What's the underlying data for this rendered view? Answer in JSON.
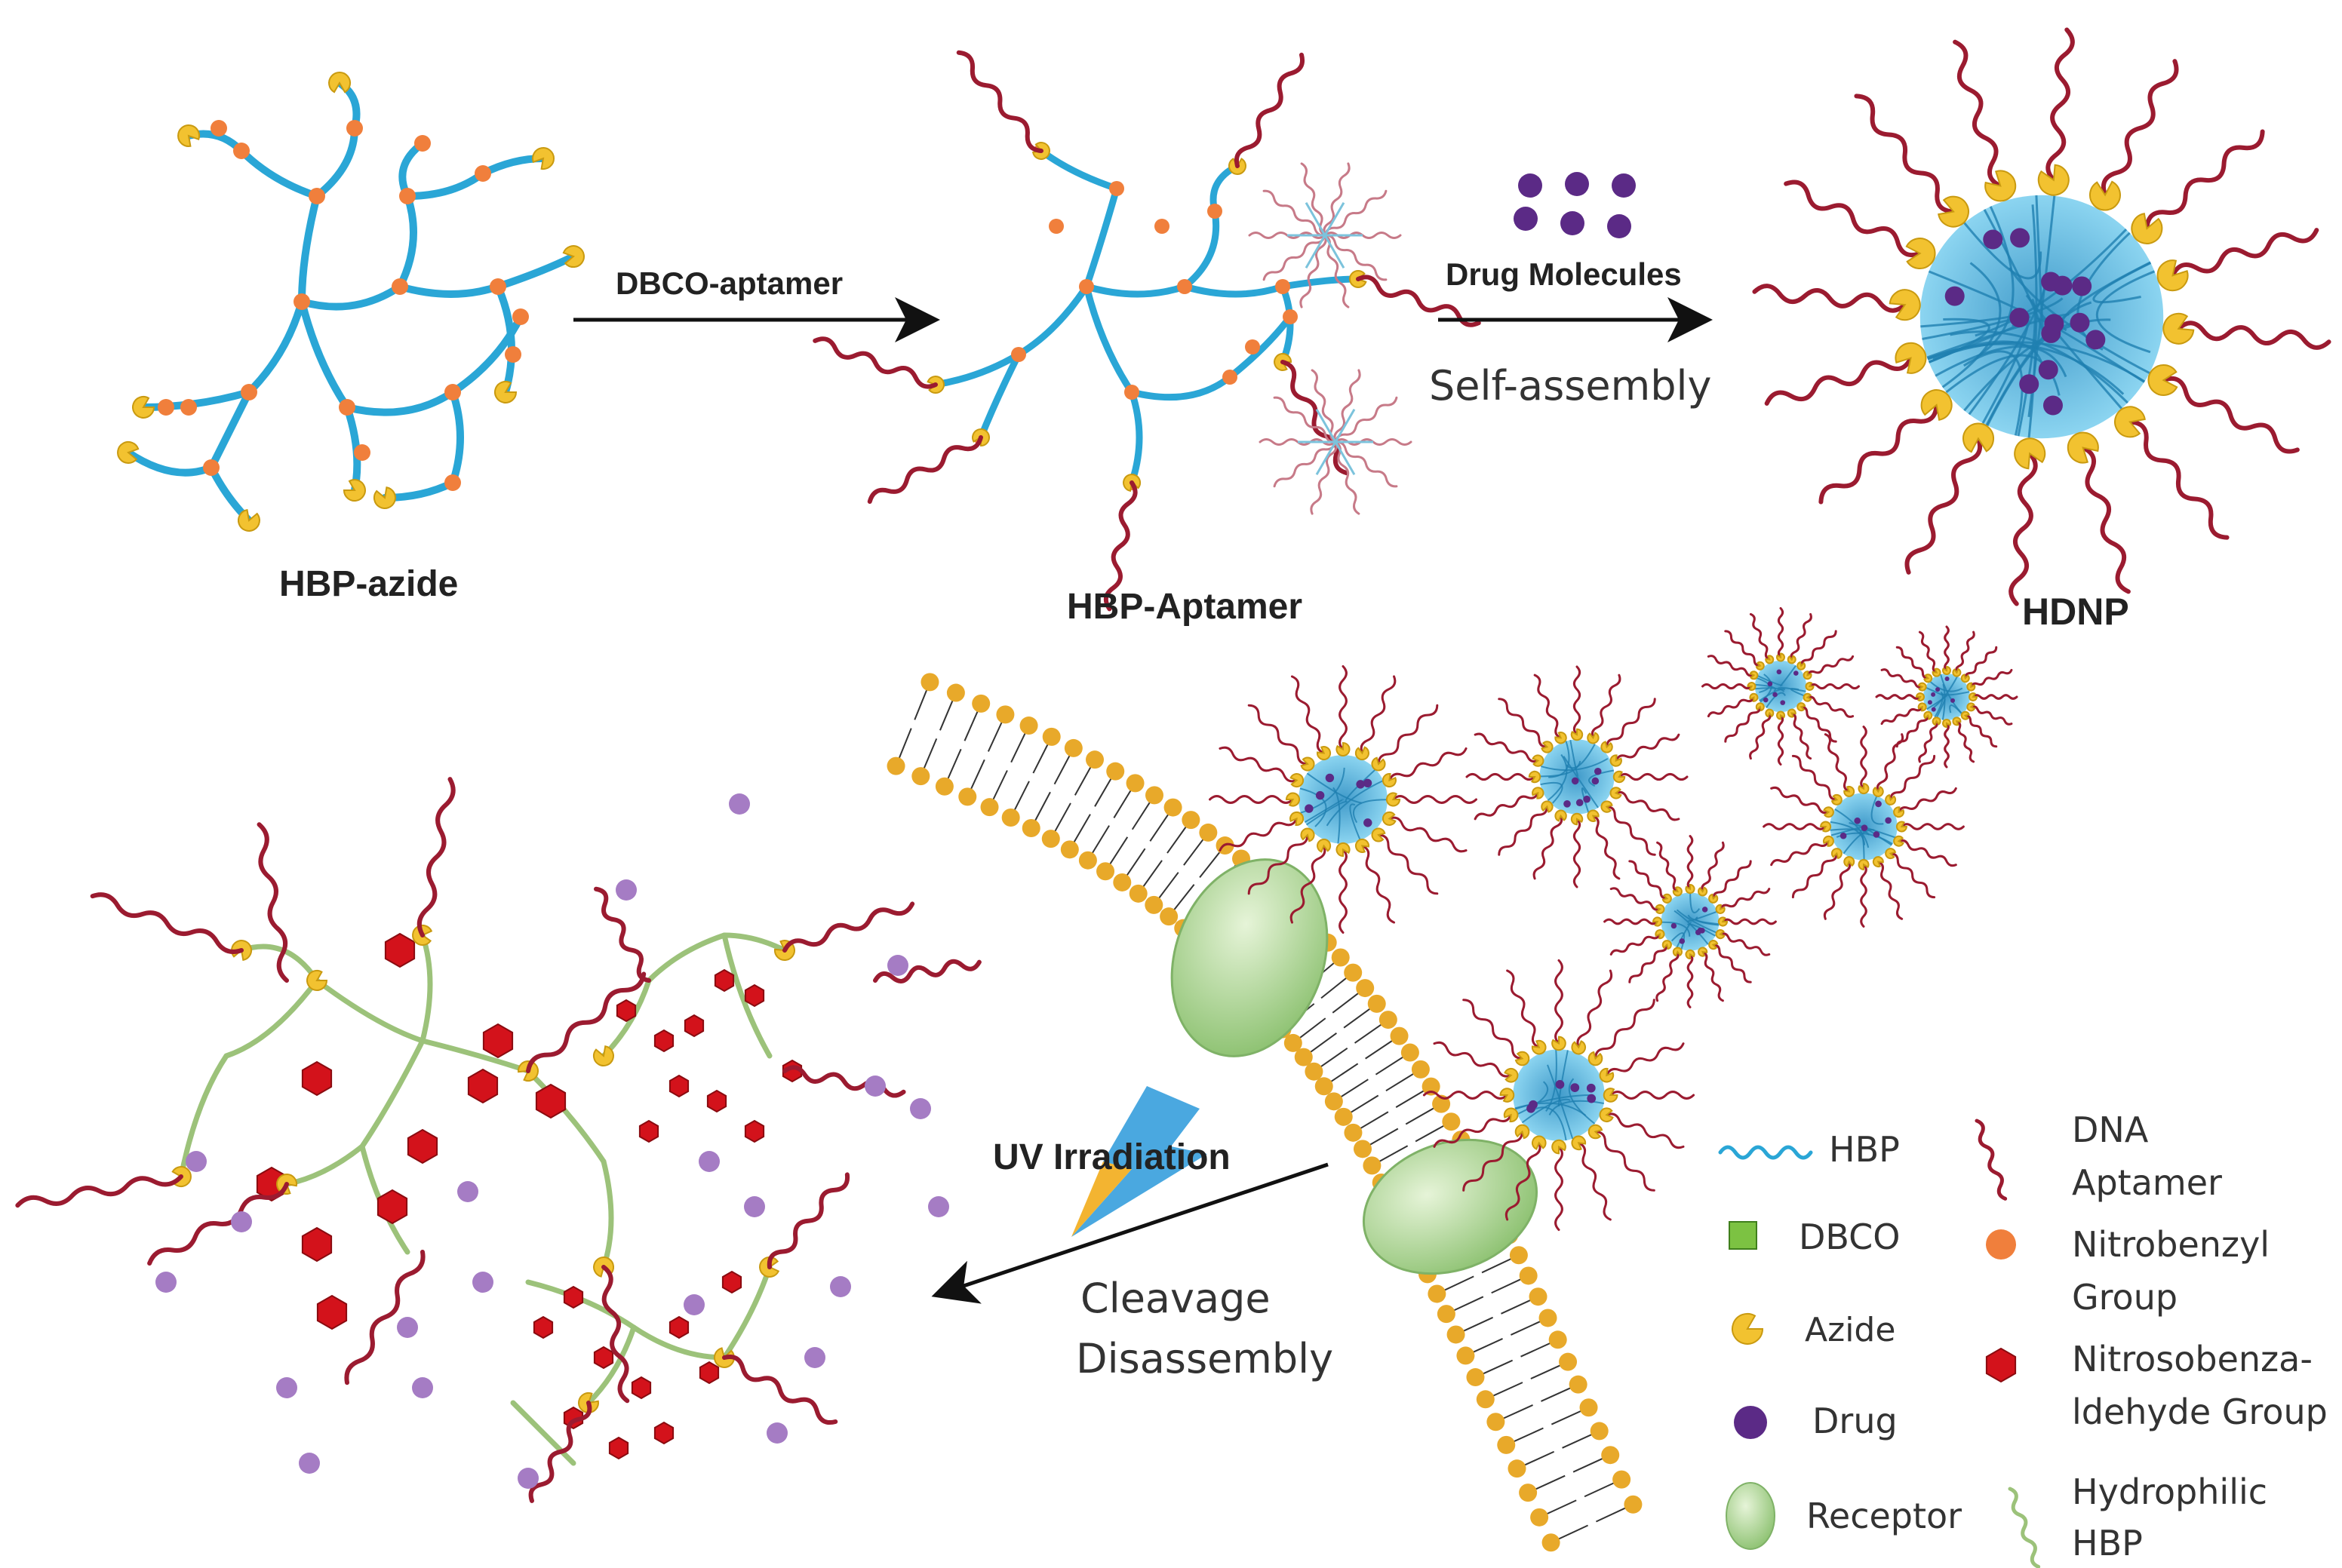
{
  "labels": {
    "hbp_azide": "HBP-azide",
    "dbco_aptamer": "DBCO-aptamer",
    "hbp_aptamer": "HBP-Aptamer",
    "drug_molecules": "Drug Molecules",
    "self_assembly": "Self-assembly",
    "hdnp": "HDNP",
    "uv_irradiation": "UV Irradiation",
    "cleavage": "Cleavage",
    "disassembly": "Disassembly"
  },
  "legend": {
    "hbp": "HBP",
    "dbco": "DBCO",
    "azide": "Azide",
    "drug": "Drug",
    "receptor": "Receptor",
    "aptamer_l1": "DNA",
    "aptamer_l2": "Aptamer",
    "nitrobenzyl_l1": "Nitrobenzyl",
    "nitrobenzyl_l2": "Group",
    "nitroso_l1": "Nitrosobenza-",
    "nitroso_l2": "ldehyde Group",
    "hydrophilic_l1": "Hydrophilic",
    "hydrophilic_l2": "HBP"
  },
  "colors": {
    "hbp": "#2aa6d6",
    "aptamer": "#9b1b30",
    "azide": "#f2c230",
    "nitrobenzyl": "#f07f3c",
    "dbco": "#7cc242",
    "drug": "#5b2a86",
    "drug_released": "#a57cc4",
    "nitroso": "#d3121b",
    "hydrophilic": "#9cc27a",
    "receptor": "#a9d48f",
    "lipid_head": "#e8a92a"
  },
  "icons": {
    "bolt": "lightning-bolt-icon"
  }
}
